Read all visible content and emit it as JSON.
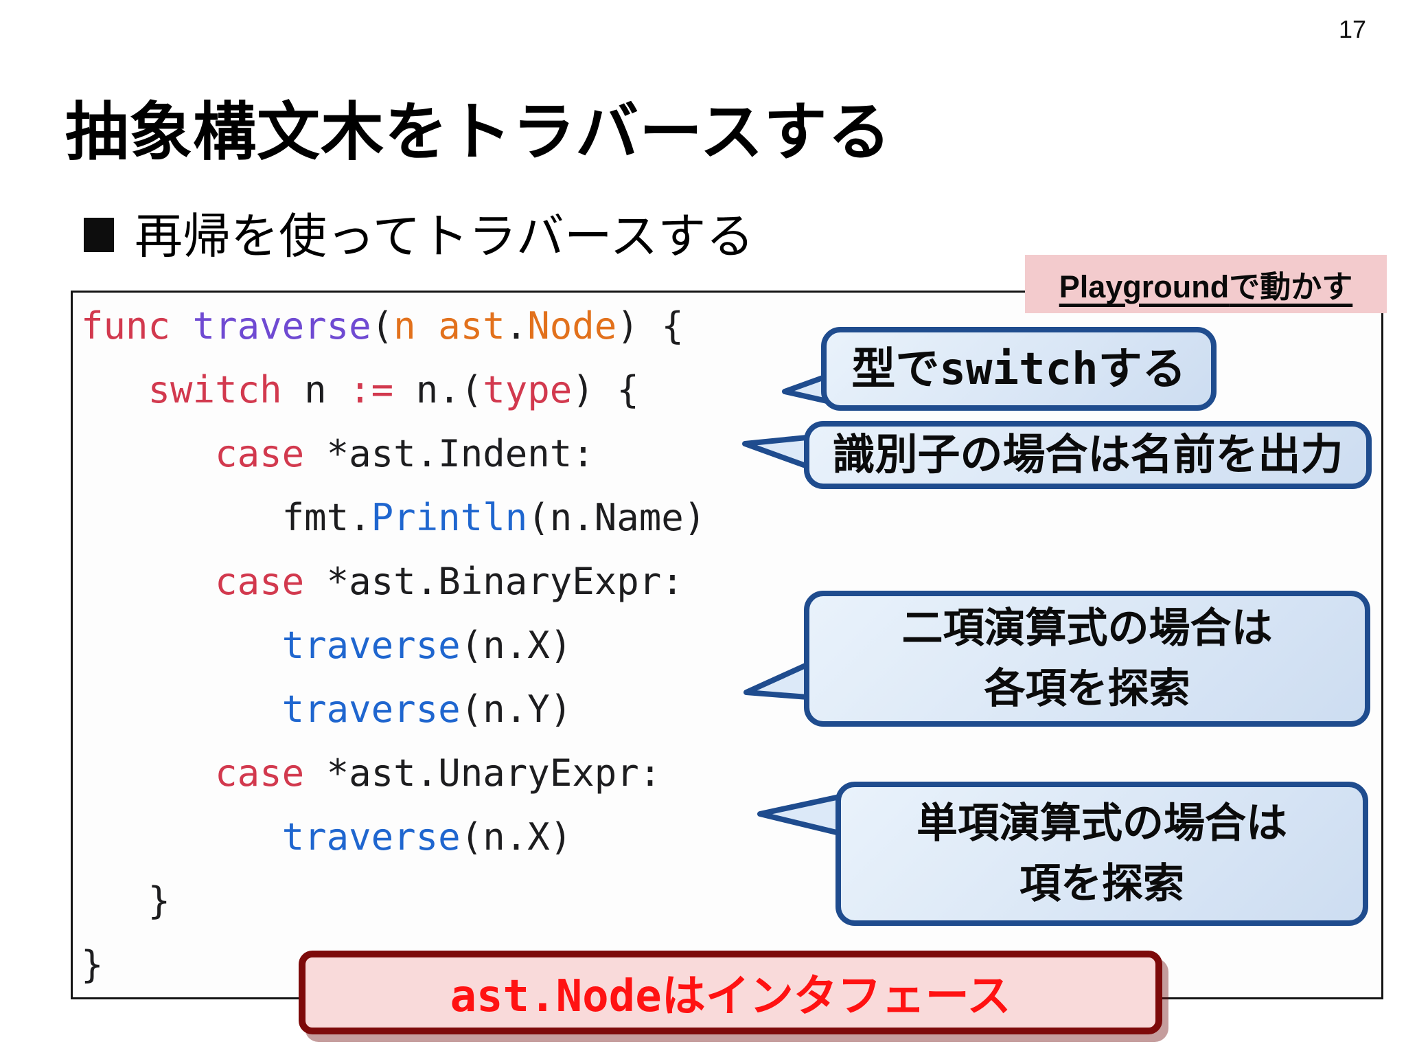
{
  "page_number": "17",
  "title": "抽象構文木をトラバースする",
  "bullet": {
    "marker": "■",
    "text": "再帰を使ってトラバースする"
  },
  "playground_label": {
    "parts": [
      {
        "t": "Playground"
      },
      {
        "t": "で動かす"
      }
    ]
  },
  "code": {
    "language": "go",
    "lines": [
      [
        {
          "t": "func",
          "c": "k"
        },
        {
          "t": " ",
          "c": "d"
        },
        {
          "t": "traverse",
          "c": "p"
        },
        {
          "t": "(",
          "c": "d"
        },
        {
          "t": "n ast",
          "c": "o"
        },
        {
          "t": ".",
          "c": "d"
        },
        {
          "t": "Node",
          "c": "o"
        },
        {
          "t": ") {",
          "c": "d"
        }
      ],
      [
        {
          "t": "   ",
          "c": "d"
        },
        {
          "t": "switch",
          "c": "k"
        },
        {
          "t": " n ",
          "c": "d"
        },
        {
          "t": ":=",
          "c": "k"
        },
        {
          "t": " n.(",
          "c": "d"
        },
        {
          "t": "type",
          "c": "k"
        },
        {
          "t": ") {",
          "c": "d"
        }
      ],
      [
        {
          "t": "      ",
          "c": "d"
        },
        {
          "t": "case",
          "c": "k"
        },
        {
          "t": " *ast.Indent:",
          "c": "d"
        }
      ],
      [
        {
          "t": "         fmt.",
          "c": "d"
        },
        {
          "t": "Println",
          "c": "b"
        },
        {
          "t": "(n.Name)",
          "c": "d"
        }
      ],
      [
        {
          "t": "      ",
          "c": "d"
        },
        {
          "t": "case",
          "c": "k"
        },
        {
          "t": " *ast.BinaryExpr:",
          "c": "d"
        }
      ],
      [
        {
          "t": "         ",
          "c": "d"
        },
        {
          "t": "traverse",
          "c": "b"
        },
        {
          "t": "(n.X)",
          "c": "d"
        }
      ],
      [
        {
          "t": "         ",
          "c": "d"
        },
        {
          "t": "traverse",
          "c": "b"
        },
        {
          "t": "(n.Y)",
          "c": "d"
        }
      ],
      [
        {
          "t": "      ",
          "c": "d"
        },
        {
          "t": "case",
          "c": "k"
        },
        {
          "t": " *ast.UnaryExpr:",
          "c": "d"
        }
      ],
      [
        {
          "t": "         ",
          "c": "d"
        },
        {
          "t": "traverse",
          "c": "b"
        },
        {
          "t": "(n.X)",
          "c": "d"
        }
      ],
      [
        {
          "t": "   }",
          "c": "d"
        }
      ],
      [
        {
          "t": "}",
          "c": "d"
        }
      ]
    ]
  },
  "callouts": [
    {
      "id": "switch-on-type",
      "lines": [
        [
          {
            "t": "型で"
          },
          {
            "t": "switch",
            "mono": true
          },
          {
            "t": "する"
          }
        ]
      ]
    },
    {
      "id": "identifier-case",
      "lines": [
        [
          {
            "t": "識別子の場合は名前を出力"
          }
        ]
      ]
    },
    {
      "id": "binary-expr-case",
      "lines": [
        [
          {
            "t": "二項演算式の場合は"
          }
        ],
        [
          {
            "t": "各項を探索"
          }
        ]
      ]
    },
    {
      "id": "unary-expr-case",
      "lines": [
        [
          {
            "t": "単項演算式の場合は"
          }
        ],
        [
          {
            "t": "項を探索"
          }
        ]
      ]
    }
  ],
  "footer_note": {
    "parts": [
      {
        "t": "ast.Node",
        "mono": true
      },
      {
        "t": "はインタフェース"
      }
    ]
  },
  "colors": {
    "bg": "#ffffff",
    "tx": "#1d1d1f",
    "kw": "#d2394e",
    "fn": "#6f4ad2",
    "pm": "#e2711c",
    "cl": "#1f66cf",
    "bb": "#1f4c8e",
    "bg1": "#e9f2fb",
    "bg2": "#cdddf1",
    "label": "#f3cbcd",
    "noteb": "#7d0a0a",
    "notebg": "#f9dada",
    "notetx": "#ff1212"
  }
}
